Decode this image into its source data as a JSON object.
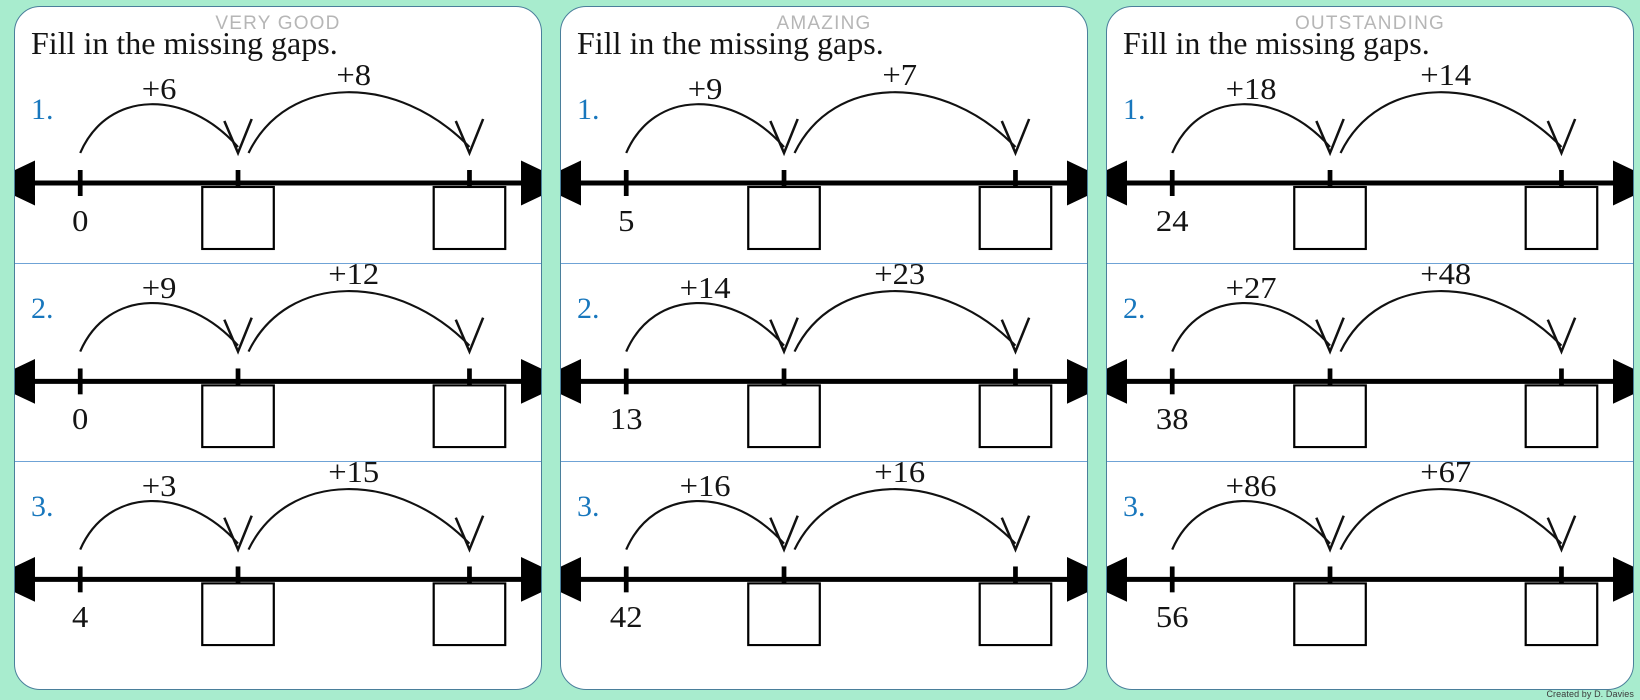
{
  "page": {
    "background_color": "#a8ecce",
    "panel_border_color": "#4a7f9b",
    "accent_blue": "#1877bd",
    "divider_color": "#6fa3d6",
    "award_text_color": "#b6b6b6",
    "footer_note": "Created by D. Davies"
  },
  "panels": [
    {
      "award": "VERY GOOD",
      "title": "Fill in the missing gaps.",
      "rows": [
        {
          "index": "1.",
          "start_value": "0",
          "jump1_label": "+6",
          "jump2_label": "+8",
          "box1_value": "",
          "box2_value": ""
        },
        {
          "index": "2.",
          "start_value": "0",
          "jump1_label": "+9",
          "jump2_label": "+12",
          "box1_value": "",
          "box2_value": ""
        },
        {
          "index": "3.",
          "start_value": "4",
          "jump1_label": "+3",
          "jump2_label": "+15",
          "box1_value": "",
          "box2_value": ""
        }
      ]
    },
    {
      "award": "AMAZING",
      "title": "Fill in the missing gaps.",
      "rows": [
        {
          "index": "1.",
          "start_value": "5",
          "jump1_label": "+9",
          "jump2_label": "+7",
          "box1_value": "",
          "box2_value": ""
        },
        {
          "index": "2.",
          "start_value": "13",
          "jump1_label": "+14",
          "jump2_label": "+23",
          "box1_value": "",
          "box2_value": ""
        },
        {
          "index": "3.",
          "start_value": "42",
          "jump1_label": "+16",
          "jump2_label": "+16",
          "box1_value": "",
          "box2_value": ""
        }
      ]
    },
    {
      "award": "OUTSTANDING",
      "title": "Fill in the missing gaps.",
      "rows": [
        {
          "index": "1.",
          "start_value": "24",
          "jump1_label": "+18",
          "jump2_label": "+14",
          "box1_value": "",
          "box2_value": ""
        },
        {
          "index": "2.",
          "start_value": "38",
          "jump1_label": "+27",
          "jump2_label": "+48",
          "box1_value": "",
          "box2_value": ""
        },
        {
          "index": "3.",
          "start_value": "56",
          "jump1_label": "+86",
          "jump2_label": "+67",
          "box1_value": "",
          "box2_value": ""
        }
      ]
    }
  ]
}
